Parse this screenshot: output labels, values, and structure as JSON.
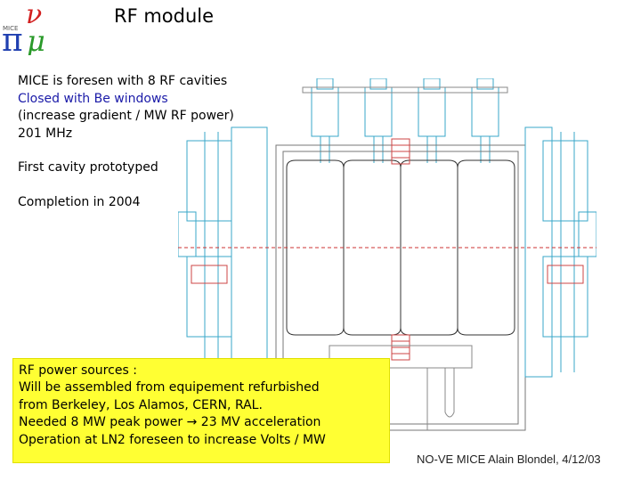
{
  "title": "RF module",
  "logo": {
    "letters": [
      "ν",
      "π",
      "μ"
    ],
    "text": "MICE"
  },
  "bullets": {
    "line1": "MICE is foresen with 8 RF cavities",
    "line2": "Closed with Be windows",
    "line3": "(increase gradient / MW RF power)",
    "line4": "201 MHz",
    "line5": "First cavity prototyped",
    "line6": "Completion in 2004"
  },
  "note": {
    "line1": "RF power sources :",
    "line2": "Will be assembled from equipement refurbished",
    "line3": "from Berkeley, Los Alamos, CERN, RAL.",
    "line4_before": "Needed 8 MW peak power ",
    "line4_arrow": "→",
    "line4_after": " 23 MV acceleration",
    "line5": "Operation at LN2 foreseen to increase Volts / MW"
  },
  "footer": "NO-VE  MICE  Alain Blondel, 4/12/03",
  "colors": {
    "note_bg": "#ffff33",
    "drawing": "#3aa7c8",
    "axis": "#cc3333",
    "blue_text": "#1a1aa8"
  }
}
